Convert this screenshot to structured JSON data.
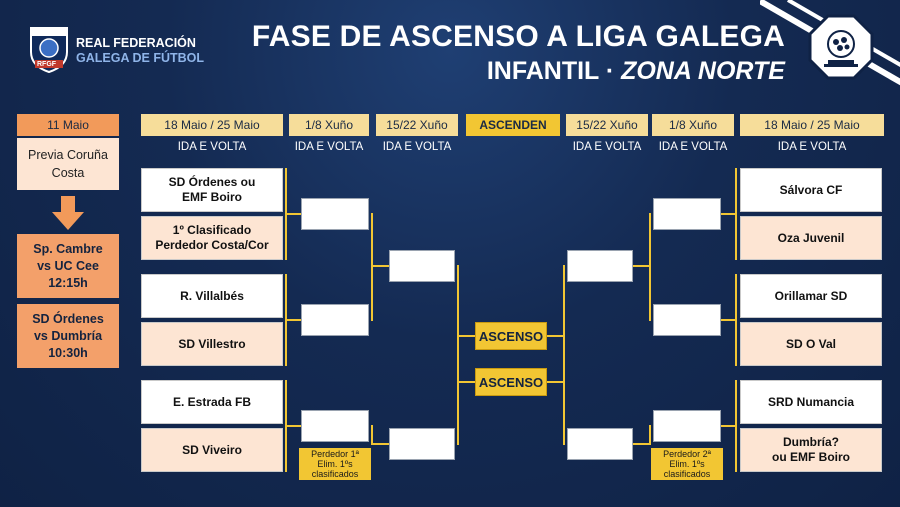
{
  "header": {
    "title": "FASE DE ASCENSO A LIGA GALEGA",
    "category": "INFANTIL",
    "separator": " · ",
    "zone": "ZONA NORTE"
  },
  "logo": {
    "badge_text": "RFGF",
    "line1": "REAL FEDERACIÓN",
    "line2": "GALEGA DE FÚTBOL"
  },
  "colors": {
    "background": "#142a52",
    "accent_gold": "#f2c633",
    "header_cream": "#f6dd9a",
    "prelim_orange": "#f29a5a",
    "team_peach": "#fde5d3"
  },
  "preliminary": {
    "date": "11 Maio",
    "label": "Previa Coruña Costa",
    "arrow_icon": "down-arrow-icon",
    "matches": [
      {
        "home": "Sp. Cambre",
        "away": "vs UC Cee",
        "time": "12:15h"
      },
      {
        "home": "SD Órdenes",
        "away": "vs Dumbría",
        "time": "10:30h"
      }
    ]
  },
  "rounds": {
    "r1": "18 Maio  / 25 Maio",
    "r2": "1/8 Xuño",
    "r3": "15/22 Xuño",
    "final": "ASCENDEN",
    "r3_right": "15/22 Xuño",
    "r2_right": "1/8 Xuño",
    "r1_right": "18 Maio / 25 Maio",
    "leg_label": "IDA E VOLTA"
  },
  "left_teams": [
    {
      "line1": "SD Órdenes ou",
      "line2": "EMF Boiro"
    },
    {
      "line1": "1º Clasificado",
      "line2": "Perdedor Costa/Cor"
    },
    {
      "line1": "R. Villalbés",
      "line2": ""
    },
    {
      "line1": "SD Villestro",
      "line2": ""
    },
    {
      "line1": "E. Estrada FB",
      "line2": ""
    },
    {
      "line1": "SD Viveiro",
      "line2": ""
    }
  ],
  "right_teams": [
    {
      "line1": "Sálvora CF",
      "line2": ""
    },
    {
      "line1": "Oza Juvenil",
      "line2": ""
    },
    {
      "line1": "Orillamar SD",
      "line2": ""
    },
    {
      "line1": "SD O Val",
      "line2": ""
    },
    {
      "line1": "SRD Numancia",
      "line2": ""
    },
    {
      "line1": "Dumbría?",
      "line2": "ou EMF Boiro"
    }
  ],
  "ascenso": [
    "ASCENSO",
    "ASCENSO"
  ],
  "notes": {
    "left": [
      "Perdedor 1ª",
      "Elim. 1ºs",
      "clasificados"
    ],
    "right": [
      "Perdedor 2ª",
      "Elim. 1ºs",
      "clasificados"
    ]
  }
}
